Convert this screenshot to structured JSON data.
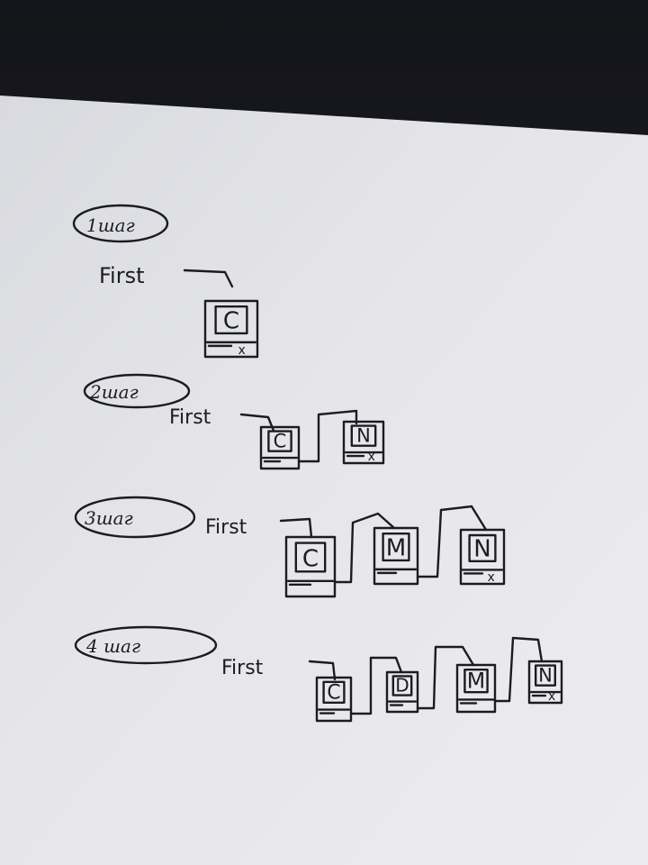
{
  "steps": [
    {
      "label": "1шаг",
      "pointer_label": "First",
      "nodes": [
        {
          "value": "C",
          "next": "x"
        }
      ]
    },
    {
      "label": "2шаг",
      "pointer_label": "First",
      "nodes": [
        {
          "value": "C",
          "next": ""
        },
        {
          "value": "N",
          "next": "x"
        }
      ]
    },
    {
      "label": "3шаг",
      "pointer_label": "First",
      "nodes": [
        {
          "value": "C",
          "next": ""
        },
        {
          "value": "M",
          "next": ""
        },
        {
          "value": "N",
          "next": "x"
        }
      ]
    },
    {
      "label": "4 шаг",
      "pointer_label": "First",
      "nodes": [
        {
          "value": "C",
          "next": ""
        },
        {
          "value": "D",
          "next": ""
        },
        {
          "value": "M",
          "next": ""
        },
        {
          "value": "N",
          "next": "x"
        }
      ]
    }
  ]
}
